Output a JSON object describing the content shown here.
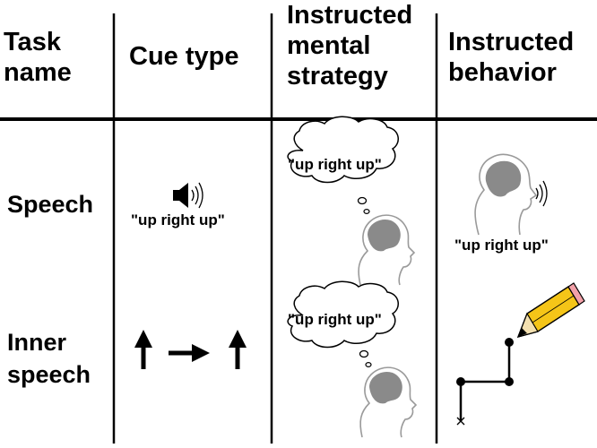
{
  "headers": {
    "task_name": [
      "Task",
      "name"
    ],
    "cue_type": [
      "Cue type"
    ],
    "mental_strategy": [
      "Instructed",
      "mental",
      "strategy"
    ],
    "behavior": [
      "Instructed",
      "behavior"
    ]
  },
  "rows": [
    {
      "task": [
        "Speech"
      ],
      "cue_text": "\"up right up\"",
      "thought_text": "\"up right up\"",
      "behavior_text": "\"up right up\""
    },
    {
      "task": [
        "Inner",
        "speech"
      ],
      "cue_arrows": [
        "arrow-up-icon",
        "arrow-right-icon",
        "arrow-up-icon"
      ],
      "thought_text": "\"up right up\""
    }
  ],
  "colors": {
    "brain": "#8a8a8a",
    "head_outline": "#9a9a9a",
    "pencil_body": "#f5c518",
    "pencil_eraser": "#f2a0a8",
    "lines": "#000000"
  }
}
